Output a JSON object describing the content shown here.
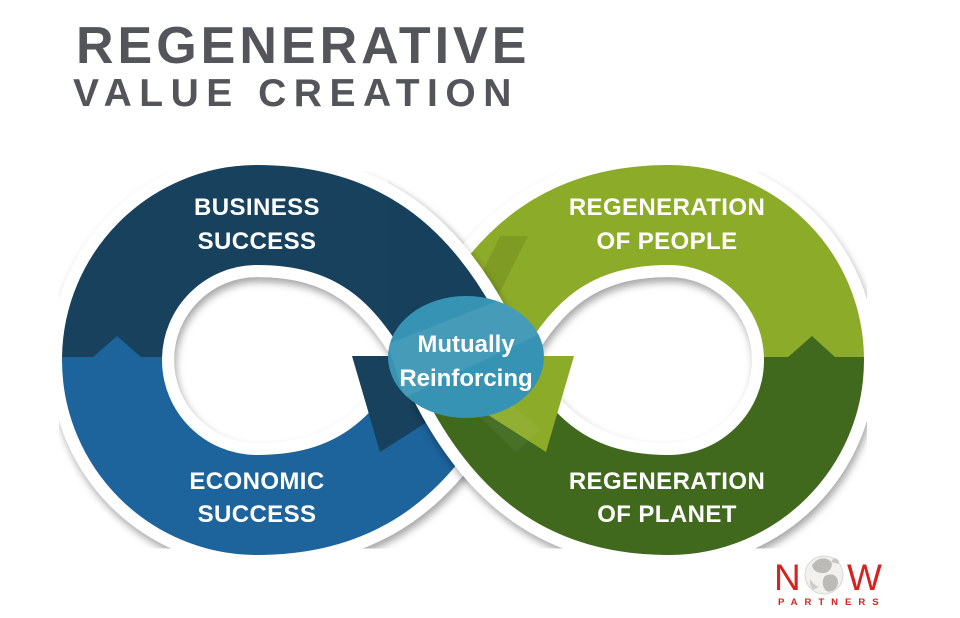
{
  "title": {
    "line1": "REGENERATIVE",
    "line2": "VALUE CREATION"
  },
  "loops": {
    "top_left": {
      "line1": "BUSINESS",
      "line2": "SUCCESS"
    },
    "bottom_left": {
      "line1": "ECONOMIC",
      "line2": "SUCCESS"
    },
    "top_right": {
      "line1": "REGENERATION",
      "line2": "OF PEOPLE"
    },
    "bottom_right": {
      "line1": "REGENERATION",
      "line2": "OF PLANET"
    }
  },
  "center_badge": {
    "line1": "Mutually",
    "line2": "Reinforcing"
  },
  "logo": {
    "letter_n": "N",
    "letter_w": "W",
    "subtext": "PARTNERS"
  },
  "colors": {
    "navy": "#17415c",
    "blue": "#1d639c",
    "light_green": "#8cab28",
    "dark_green": "#40691d",
    "teal": "#3793b4",
    "title_gray": "#54555a",
    "logo_red": "#d6231f",
    "outline_white": "#ffffff"
  }
}
